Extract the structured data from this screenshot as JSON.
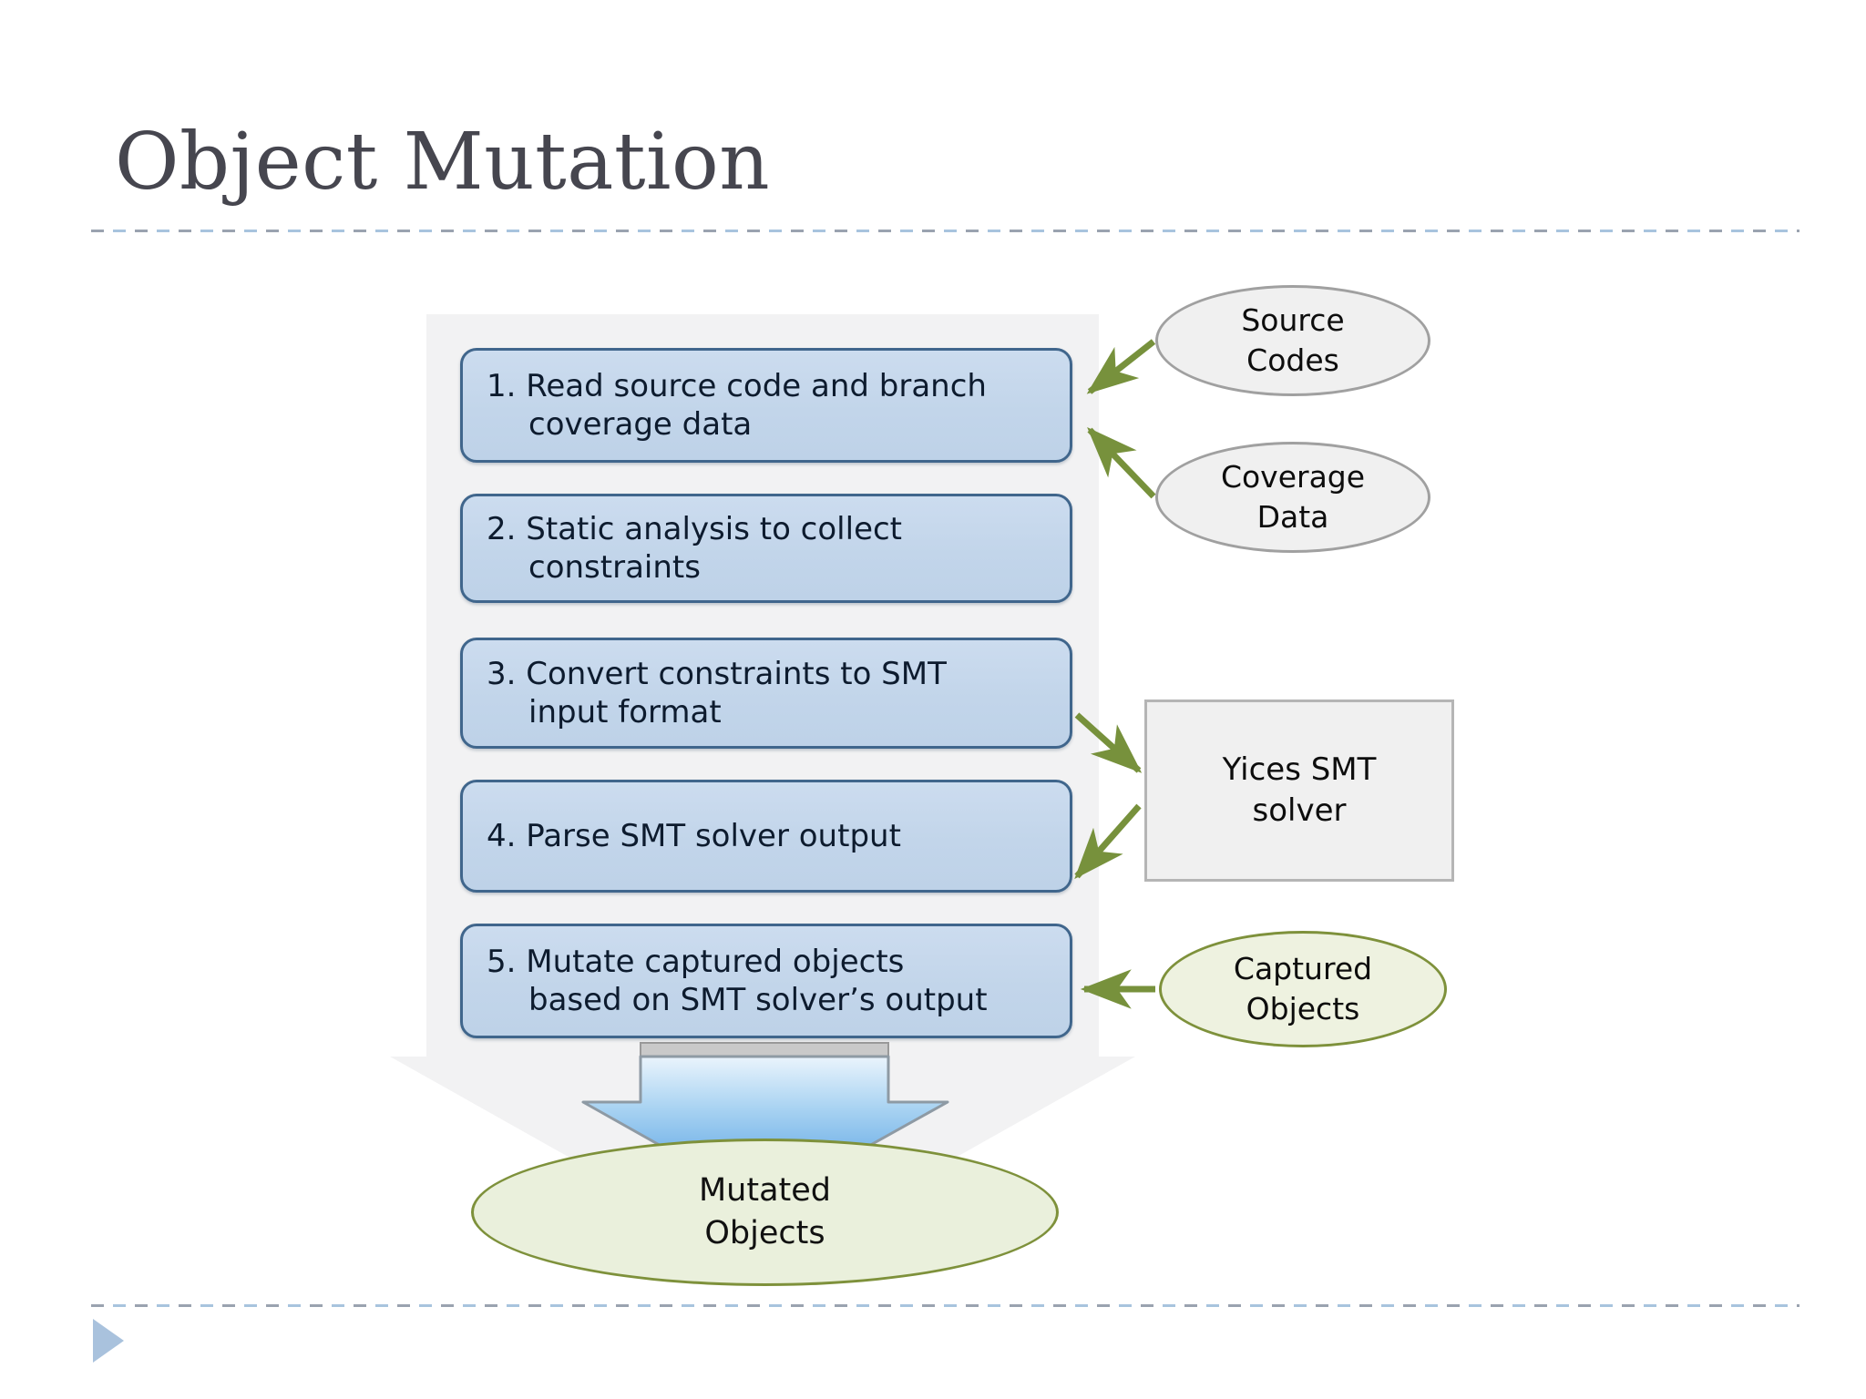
{
  "slide": {
    "title": "Object Mutation"
  },
  "diagram": {
    "steps": [
      {
        "id": "step-1",
        "text": "1. Read source code and branch\ncoverage data"
      },
      {
        "id": "step-2",
        "text": "2. Static analysis to collect\nconstraints"
      },
      {
        "id": "step-3",
        "text": "3. Convert constraints to SMT\ninput format"
      },
      {
        "id": "step-4",
        "text": "4. Parse SMT solver output"
      },
      {
        "id": "step-5",
        "text": "5. Mutate captured objects\nbased on SMT solver’s output"
      }
    ],
    "inputs": {
      "source_codes": "Source\nCodes",
      "coverage_data": "Coverage\nData"
    },
    "solver": "Yices SMT\nsolver",
    "captured_objects": "Captured\nObjects",
    "mutated_objects": "Mutated\nObjects"
  },
  "colors": {
    "title_text": "#46464f",
    "step_fill": "#c6d9ee",
    "step_border": "#40668c",
    "arrow_green": "#77913c",
    "ellipse_green_border": "#7e913b",
    "ellipse_green_fill": "#eef2e0",
    "grey_fill": "#f0f0f0",
    "grey_border": "#a0a0a0",
    "panel_fill": "#f2f2f3",
    "rule_dash_a": "#9aa3b0",
    "rule_dash_b": "#a8c4de",
    "triangle": "#a9c2dd",
    "big_arrow_fill": "#f2f2f3",
    "blue_arrow_top": "#d6eaf9",
    "blue_arrow_bottom": "#3c92de"
  }
}
